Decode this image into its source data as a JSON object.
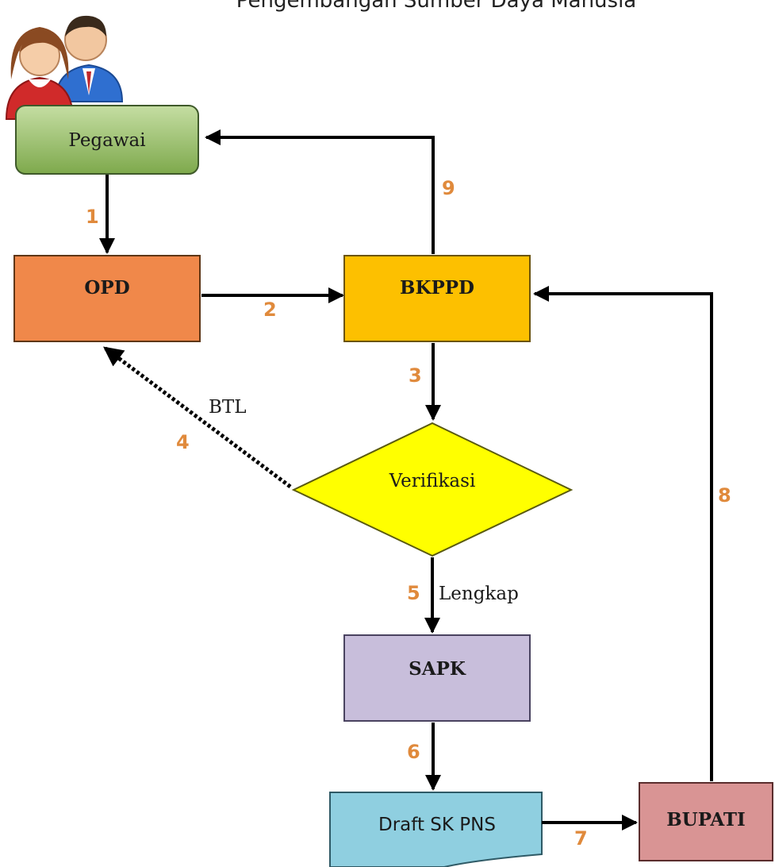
{
  "header": {
    "title": "Pengembangan Sumber Daya Manusia"
  },
  "colors": {
    "step_number": "#e08a3c",
    "pegawai": "#8db65d",
    "opd": "#f0884a",
    "bkppd": "#fdc000",
    "verifikasi": "#ffff00",
    "sapk": "#c8bedb",
    "draft": "#8fcfe0",
    "bupati": "#d99494"
  },
  "nodes": {
    "pegawai": "Pegawai",
    "opd": "OPD",
    "bkppd": "BKPPD",
    "verifikasi": "Verifikasi",
    "sapk": "SAPK",
    "draft": "Draft SK PNS",
    "bupati": "BUPATI"
  },
  "steps": [
    "1",
    "2",
    "3",
    "4",
    "5",
    "6",
    "7",
    "8",
    "9"
  ],
  "edge_labels": {
    "btl": "BTL",
    "lengkap": "Lengkap"
  },
  "icons": [
    "employees-icon"
  ]
}
